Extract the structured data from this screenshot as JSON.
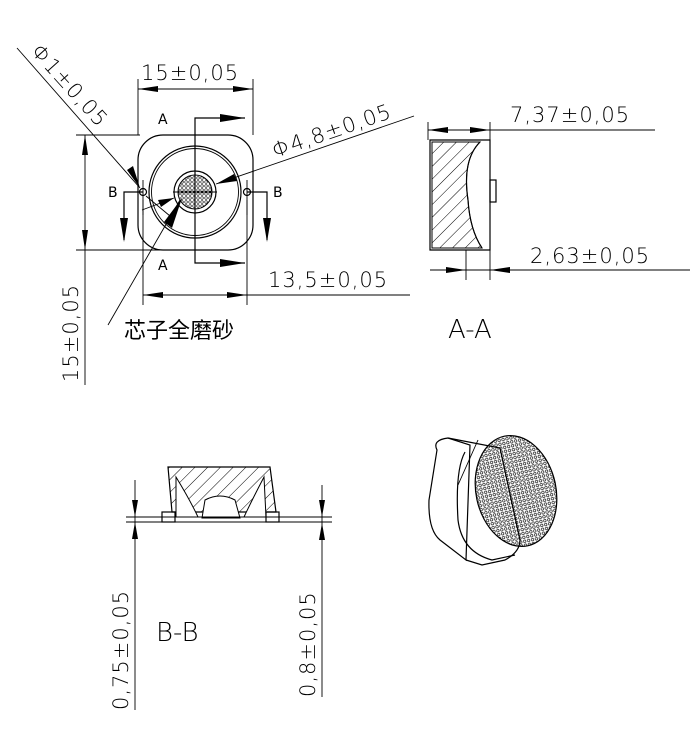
{
  "front_view": {
    "width_dim": "15±0,05",
    "height_dim": "15±0,05",
    "hole_dim": "Φ1±0,05",
    "lens_dim": "Φ4,8±0,05",
    "hole_spacing_dim": "13,5±0,05",
    "section_a_top": "A",
    "section_a_bottom": "A",
    "section_b_left": "B",
    "section_b_right": "B",
    "note": "芯子全磨砂"
  },
  "section_aa": {
    "title": "A-A",
    "height_dim": "7,37±0,05",
    "flange_dim": "2,63±0,05"
  },
  "section_bb": {
    "title": "B-B",
    "left_dim": "0,75±0,05",
    "right_dim": "0,8±0,05"
  }
}
